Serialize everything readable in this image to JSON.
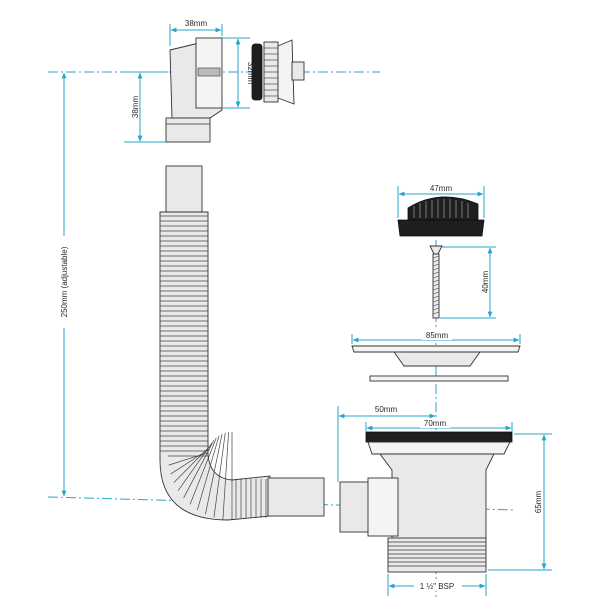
{
  "colors": {
    "dimension_line": "#27a6c9",
    "outline": "#333333",
    "part_fill": "#e9e9e9",
    "dark_part": "#1e1e1e"
  },
  "dimensions": {
    "overflow_width": "38mm",
    "overflow_height": "38mm",
    "overflow_outlet": "32mm",
    "hose_length": "250mm (adjustable)",
    "plug_width": "47mm",
    "screw_length": "40mm",
    "flange_width": "85mm",
    "waste_flange_width": "70mm",
    "waste_offset": "50mm",
    "waste_height": "65mm",
    "thread_size": "1 ½\" BSP"
  }
}
